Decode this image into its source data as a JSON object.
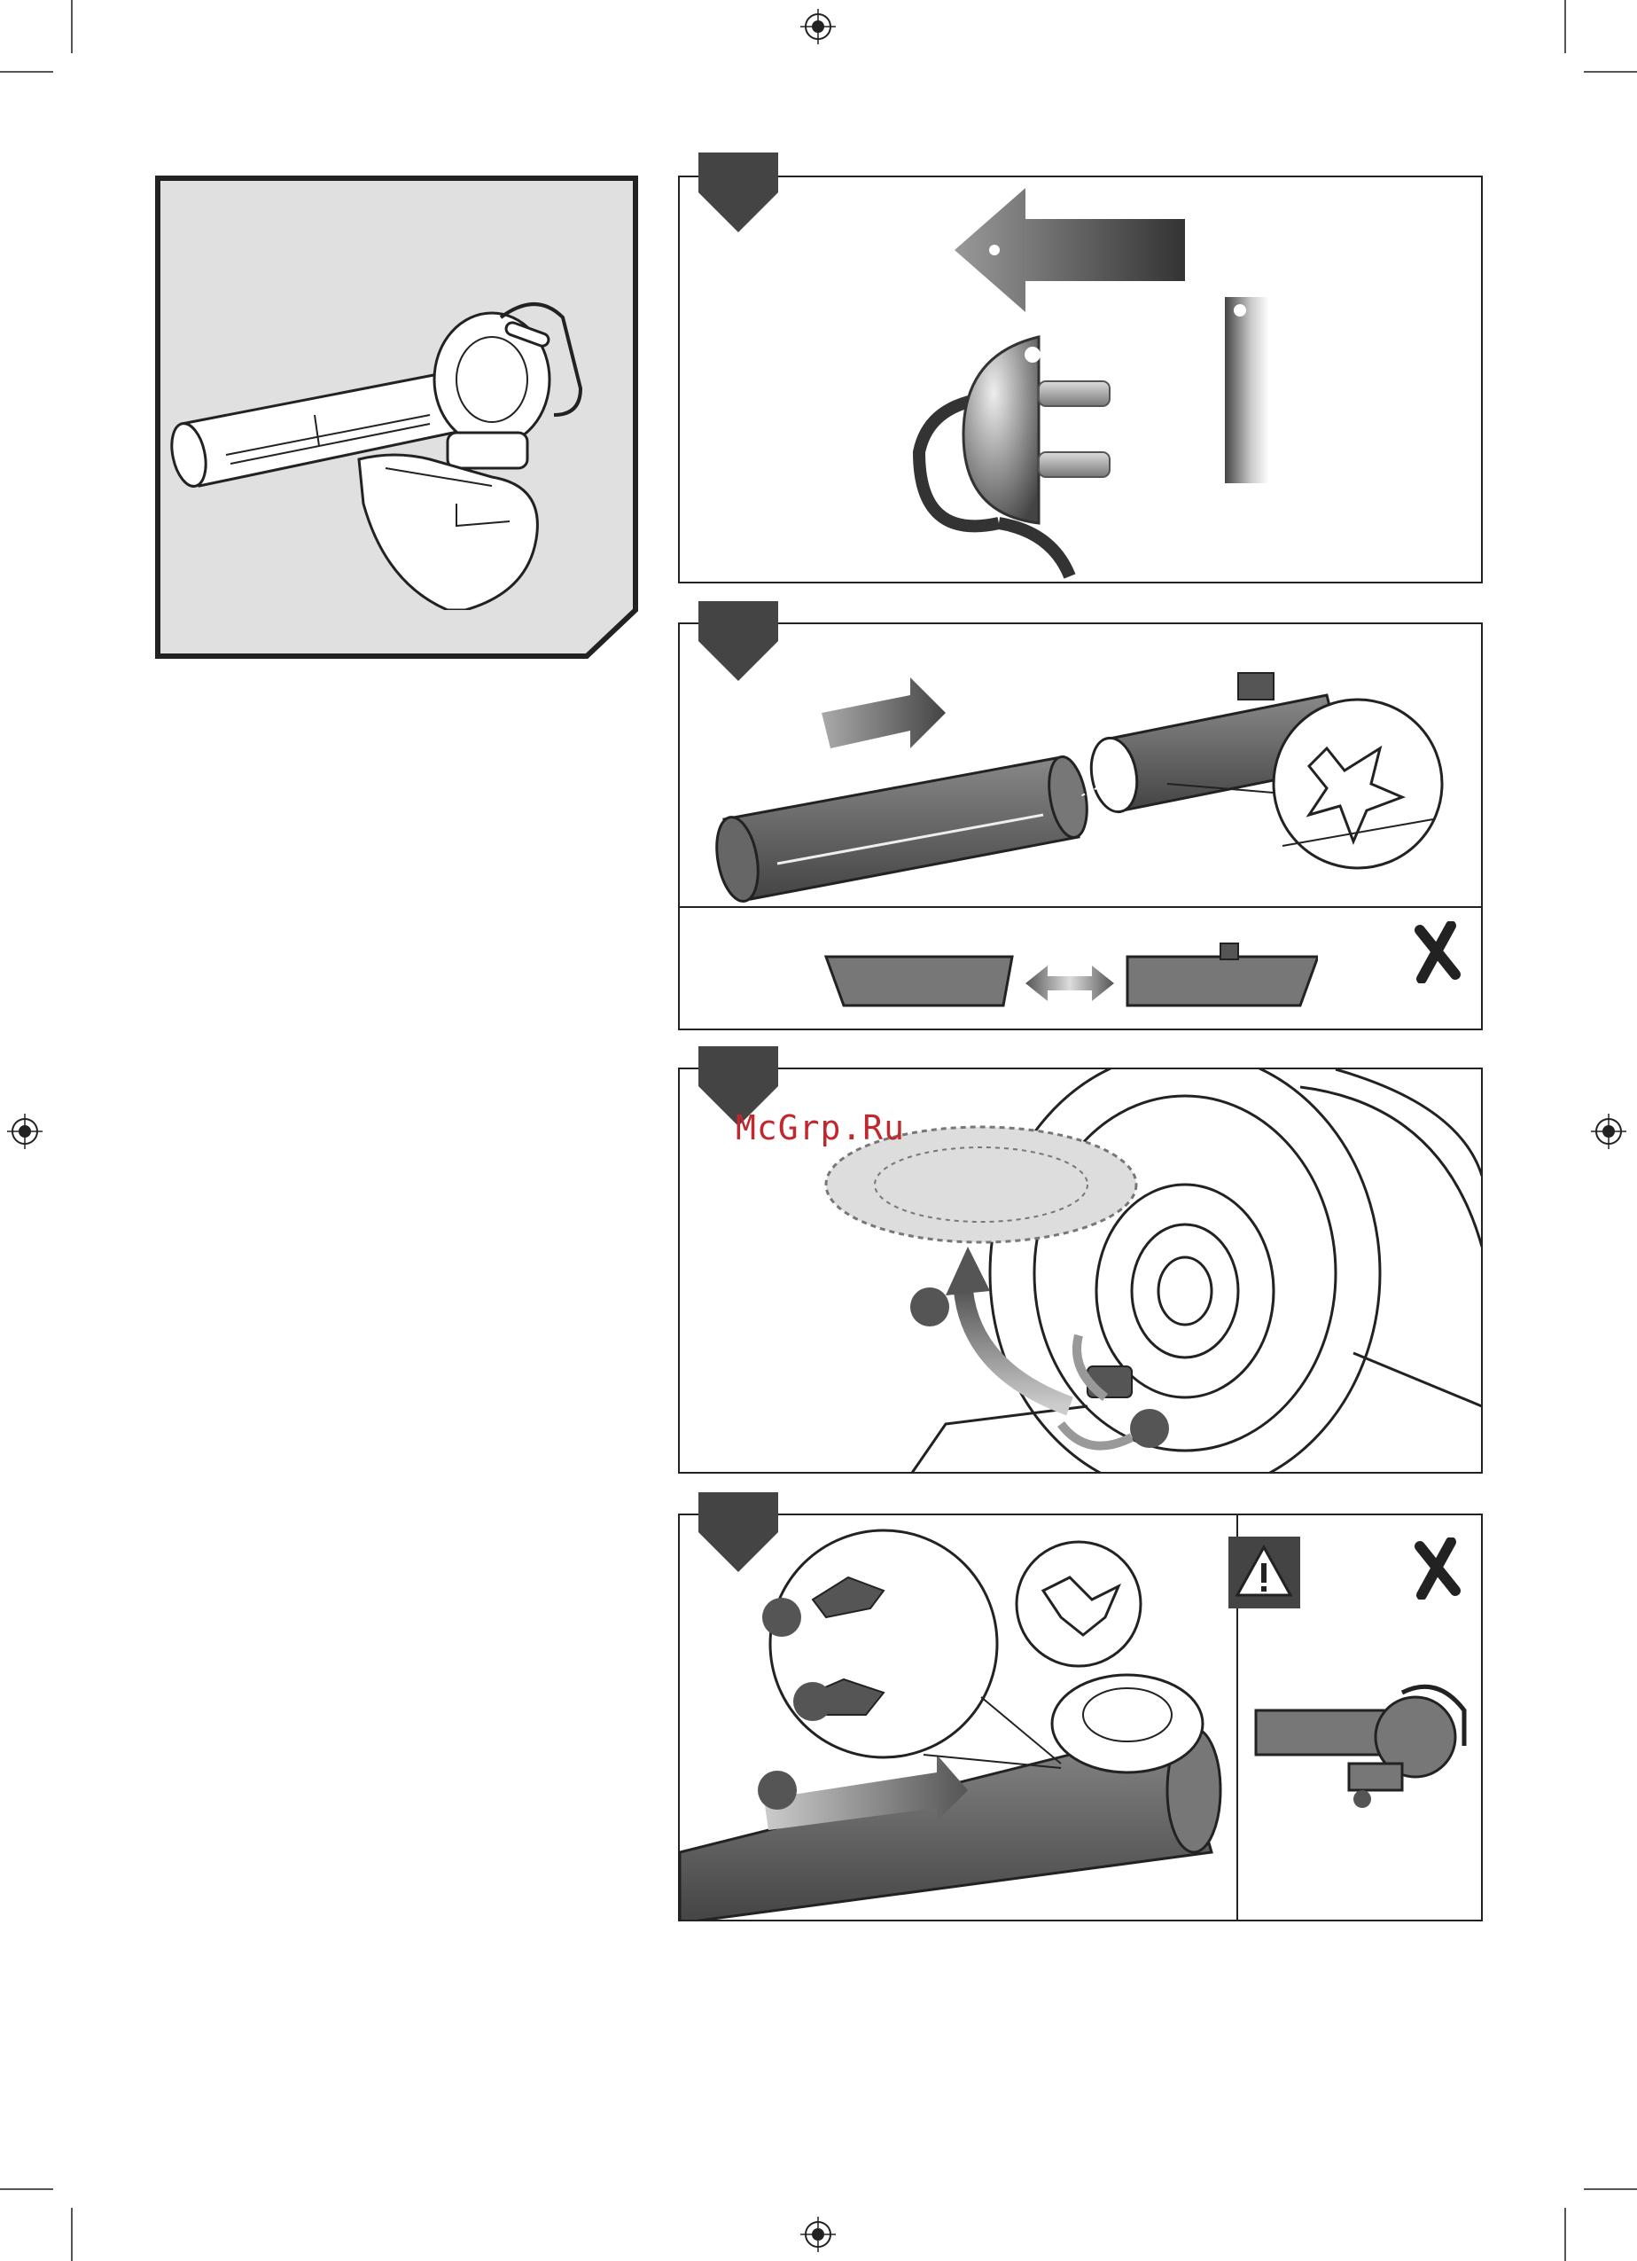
{
  "watermark": {
    "text": "McGrp.Ru"
  },
  "colors": {
    "line": "#222222",
    "cover_gray": "#e0e0e0",
    "tube_dark": "#555555",
    "watermark": "#c0282d"
  },
  "figures": [
    {
      "id": "cover",
      "icons": [
        "blower-vacuum-icon"
      ]
    },
    {
      "id": "fig-1",
      "icons": [
        "arrow-left-icon",
        "power-plug-icon",
        "socket-icon"
      ]
    },
    {
      "id": "fig-2",
      "icons": [
        "tube-assembly-icon",
        "wrong-assembly-icon",
        "cross-icon"
      ]
    },
    {
      "id": "fig-3",
      "icons": [
        "open-cover-icon",
        "rotate-arrow-icon"
      ]
    },
    {
      "id": "fig-4",
      "icons": [
        "attach-tube-icon",
        "warning-icon",
        "cross-icon"
      ]
    }
  ]
}
